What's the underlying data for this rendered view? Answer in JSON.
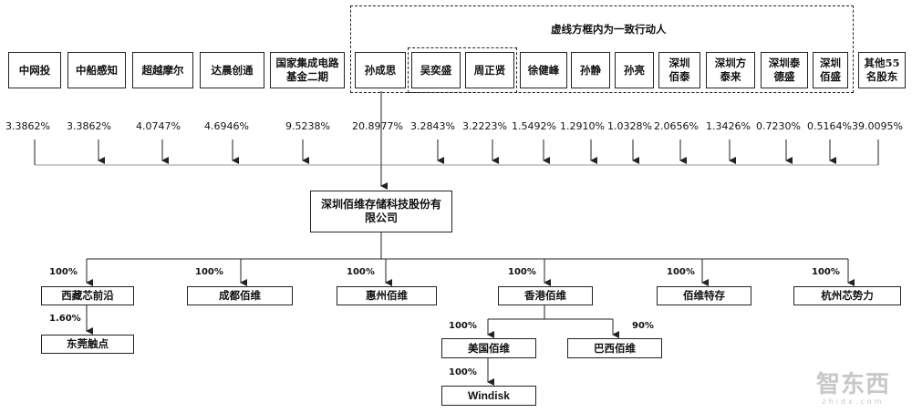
{
  "dashed_group_label": "虚线方框内为一致行动人",
  "shareholders": [
    {
      "name": "中网投",
      "pct": "3.3862%"
    },
    {
      "name": "中船感知",
      "pct": "3.3862%"
    },
    {
      "name": "超越摩尔",
      "pct": "4.0747%"
    },
    {
      "name": "达晨创通",
      "pct": "4.6946%"
    },
    {
      "name": "国家集成电路基金二期",
      "pct": "9.5238%"
    },
    {
      "name": "孙成思",
      "pct": "20.8977%"
    },
    {
      "name": "吴奕盛",
      "pct": "3.2843%"
    },
    {
      "name": "周正贤",
      "pct": "3.2223%"
    },
    {
      "name": "徐健峰",
      "pct": "1.5492%"
    },
    {
      "name": "孙静",
      "pct": "1.2910%"
    },
    {
      "name": "孙亮",
      "pct": "1.0328%"
    },
    {
      "name": "深圳佰泰",
      "pct": "2.0656%"
    },
    {
      "name": "深圳方泰来",
      "pct": "1.3426%"
    },
    {
      "name": "深圳泰德盛",
      "pct": "0.7230%"
    },
    {
      "name": "深圳佰盛",
      "pct": "0.5164%"
    },
    {
      "name": "其他55名股东",
      "pct": "39.0095%"
    }
  ],
  "company": "深圳佰维存储科技股份有限公司",
  "subsidiaries": [
    {
      "name": "西藏芯前沿",
      "pct": "100%"
    },
    {
      "name": "成都佰维",
      "pct": "100%"
    },
    {
      "name": "惠州佰维",
      "pct": "100%"
    },
    {
      "name": "香港佰维",
      "pct": "100%"
    },
    {
      "name": "佰维特存",
      "pct": "100%"
    },
    {
      "name": "杭州芯势力",
      "pct": "100%"
    }
  ],
  "sub_subsidiaries": [
    {
      "name": "东莞触点",
      "pct": "1.60%"
    },
    {
      "name": "美国佰维",
      "pct": "100%"
    },
    {
      "name": "巴西佰维",
      "pct": "90%"
    },
    {
      "name": "Windisk",
      "pct": "100%"
    }
  ],
  "watermark": {
    "title": "智东西",
    "subtitle": "zhidx.com"
  }
}
